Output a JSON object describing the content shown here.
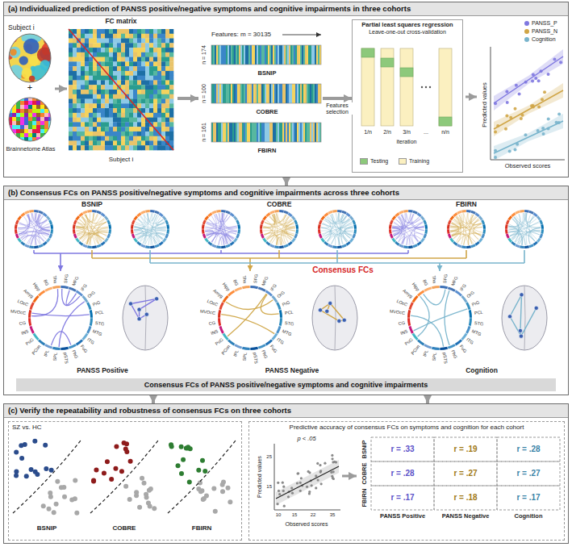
{
  "diagram": {
    "nodes": [
      {
        "text": [
          "(a) Individualized prediction of PANSS positive/negative symptoms and cognitive impairments in three cohorts"
        ]
      },
      {
        "text": [
          "FC matrix",
          "Subject i"
        ],
        "in": 0
      },
      {
        "text": [
          "n = 174",
          "BSNIP"
        ],
        "in": 0
      },
      {
        "text": [
          "n = 100",
          "COBRE"
        ],
        "in": 0
      },
      {
        "text": [
          "n = 161",
          "FBIRN"
        ],
        "in": 0
      },
      {
        "text": [
          "Partial least squares regression",
          "Leave-one-out cross-validation"
        ],
        "in": 0
      },
      {
        "text": [
          "(b) Consensus FCs on PANSS positive/negative symptoms and cognitive impairments across three cohorts"
        ]
      },
      {
        "text": [
          "Consensus FCs of PANSS positive/negative symptoms and cognitive impairments"
        ],
        "in": 6
      },
      {
        "text": [
          "(c) Verify the repeatability and robustness of consensus FCs on three cohorts"
        ]
      },
      {
        "text": [
          "SZ vs. HC"
        ],
        "in": 8
      },
      {
        "text": [
          "Predictive accuracy of consensus FCs on symptoms and cognition for each cohort"
        ],
        "in": 8
      }
    ],
    "edges": [
      {
        "from": 1,
        "to": 3,
        "arrow": "to"
      },
      {
        "from": 3,
        "to": 5,
        "label": "Features selection",
        "arrow": "to"
      },
      {
        "from": 0,
        "to": 6,
        "arrow": "to"
      },
      {
        "from": 6,
        "to": 8,
        "arrow": "to"
      },
      {
        "from": 6,
        "to": 8,
        "arrow": "to"
      }
    ],
    "labels": [
      "Subject i",
      "+",
      "Brainnetome Atlas",
      "Features: m = 30135",
      "1/n",
      "2/n",
      "3/n",
      "...",
      "n/n",
      "iteration",
      "Predicted values",
      "Observed scores",
      "BSNIP",
      "COBRE",
      "FBIRN",
      "Consensus FCs",
      "MVOcC",
      "LOcC",
      "Amyg",
      "Hipp",
      "BG",
      "Tha",
      "SFG",
      "MFG",
      "IFG",
      "OrG",
      "PrG",
      "PCL",
      "STG",
      "MTG",
      "ITG",
      "FuG",
      "PhG",
      "pSTS",
      "SPL",
      "IPL",
      "PCun",
      "PoG",
      "INS",
      "CG",
      "PANSS Positive",
      "MVOcC",
      "LOcC",
      "Amyg",
      "Hipp",
      "BG",
      "Tha",
      "SFG",
      "MFG",
      "IFG",
      "OrG",
      "PrG",
      "PCL",
      "STG",
      "MTG",
      "ITG",
      "FuG",
      "PhG",
      "pSTS",
      "SPL",
      "IPL",
      "PCun",
      "PoG",
      "INS",
      "CG",
      "PANSS Negative",
      "MVOcC",
      "LOcC",
      "Amyg",
      "Hipp",
      "BG",
      "Tha",
      "SFG",
      "MFG",
      "IFG",
      "OrG",
      "PrG",
      "PCL",
      "STG",
      "MTG",
      "ITG",
      "FuG",
      "PhG",
      "pSTS",
      "SPL",
      "IPL",
      "PCun",
      "PoG",
      "INS",
      "CG",
      "Cognition",
      "BSNIP",
      "COBRE",
      "FBIRN",
      "p < .05",
      "Predicted values",
      "Observed scores",
      "10",
      "15",
      "22",
      "35",
      "25",
      "15",
      "BSNIP",
      "COBRE",
      "FBIRN",
      "r = .33",
      "r = .19",
      "r = .28",
      "r = .28",
      "r = .27",
      "r = .27",
      "r = .17",
      "r = .18",
      "r = .17",
      "PANSS Positive",
      "PANSS Negative",
      "Cognition"
    ],
    "legend": [
      {
        "text": "Testing",
        "color": "#8dc97b"
      },
      {
        "text": "Training",
        "color": "#fbf0c0"
      },
      {
        "text": "PANSS_P",
        "color": "#7f78e0"
      },
      {
        "text": "PANSS_N",
        "color": "#d0a648"
      },
      {
        "text": "Cognition",
        "color": "#78b4cc"
      }
    ]
  }
}
